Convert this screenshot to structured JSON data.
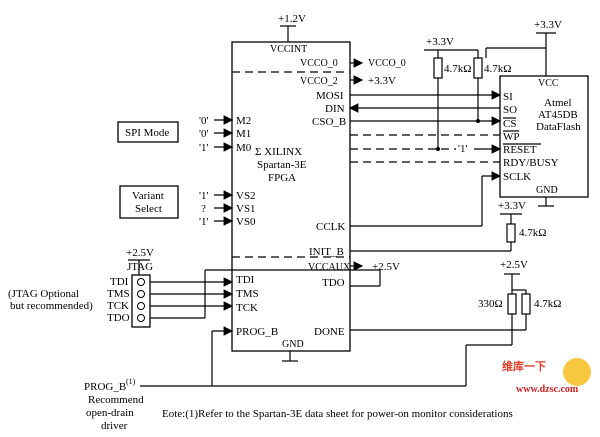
{
  "supplies": {
    "vccint": "+1.2V",
    "vcco2": "+3.3V",
    "flash_top": "+3.3V",
    "pullups_top": "+3.3V",
    "init_pull": "+3.3V",
    "vccaux": "+2.5V",
    "jtag": "+2.5V",
    "done_pull": "+2.5V"
  },
  "fpga": {
    "title_line1": "Σ XILINX",
    "title_line2": "Spartan-3E",
    "title_line3": "FPGA",
    "vccint": "VCCINT",
    "vcco0": "VCCO_0",
    "vcco0_ext": "VCCO_0",
    "vcco2": "VCCO_2",
    "vccaux": "VCCAUX",
    "gnd": "GND",
    "left_pins": [
      "M2",
      "M1",
      "M0",
      "VS2",
      "VS1",
      "VS0",
      "TDI",
      "TMS",
      "TCK",
      "PROG_B"
    ],
    "right_pins": [
      "MOSI",
      "DIN",
      "CSO_B",
      "CCLK",
      "INIT_B",
      "TDO",
      "DONE"
    ]
  },
  "mode_values": [
    "'0'",
    "'0'",
    "'1'"
  ],
  "variant_values": [
    "'1'",
    "?",
    "'1'"
  ],
  "spi_mode_label": "SPI Mode",
  "variant_select": {
    "line1": "Variant",
    "line2": "Select"
  },
  "pullups": {
    "r1": "4.7kΩ",
    "r2": "4.7kΩ",
    "r_init": "4.7kΩ",
    "r_done": "330Ω",
    "r_done2": "4.7kΩ"
  },
  "flash": {
    "vcc": "VCC",
    "title_line1": "Atmel",
    "title_line2": "AT45DB",
    "title_line3": "DataFlash",
    "pins": [
      "SI",
      "SO",
      "CS",
      "WP",
      "RESET",
      "RDY/BUSY",
      "SCLK"
    ],
    "gnd": "GND",
    "reset_value": "'1'"
  },
  "jtag": {
    "header": "JTAG",
    "pins": [
      "TDI",
      "TMS",
      "TCK",
      "TDO"
    ],
    "note_line1": "(JTAG Optional",
    "note_line2": "but recommended)"
  },
  "prog": {
    "label": "PROG_B",
    "superscript": "(1)",
    "line2": "Recommend",
    "line3": "open-drain",
    "line4": "driver"
  },
  "footnote": "Eote:(1)Refer to the Spartan-3E data sheet for power-on monitor considerations",
  "watermark": {
    "cn": "维库一下",
    "url": "www.dzsc.com"
  }
}
